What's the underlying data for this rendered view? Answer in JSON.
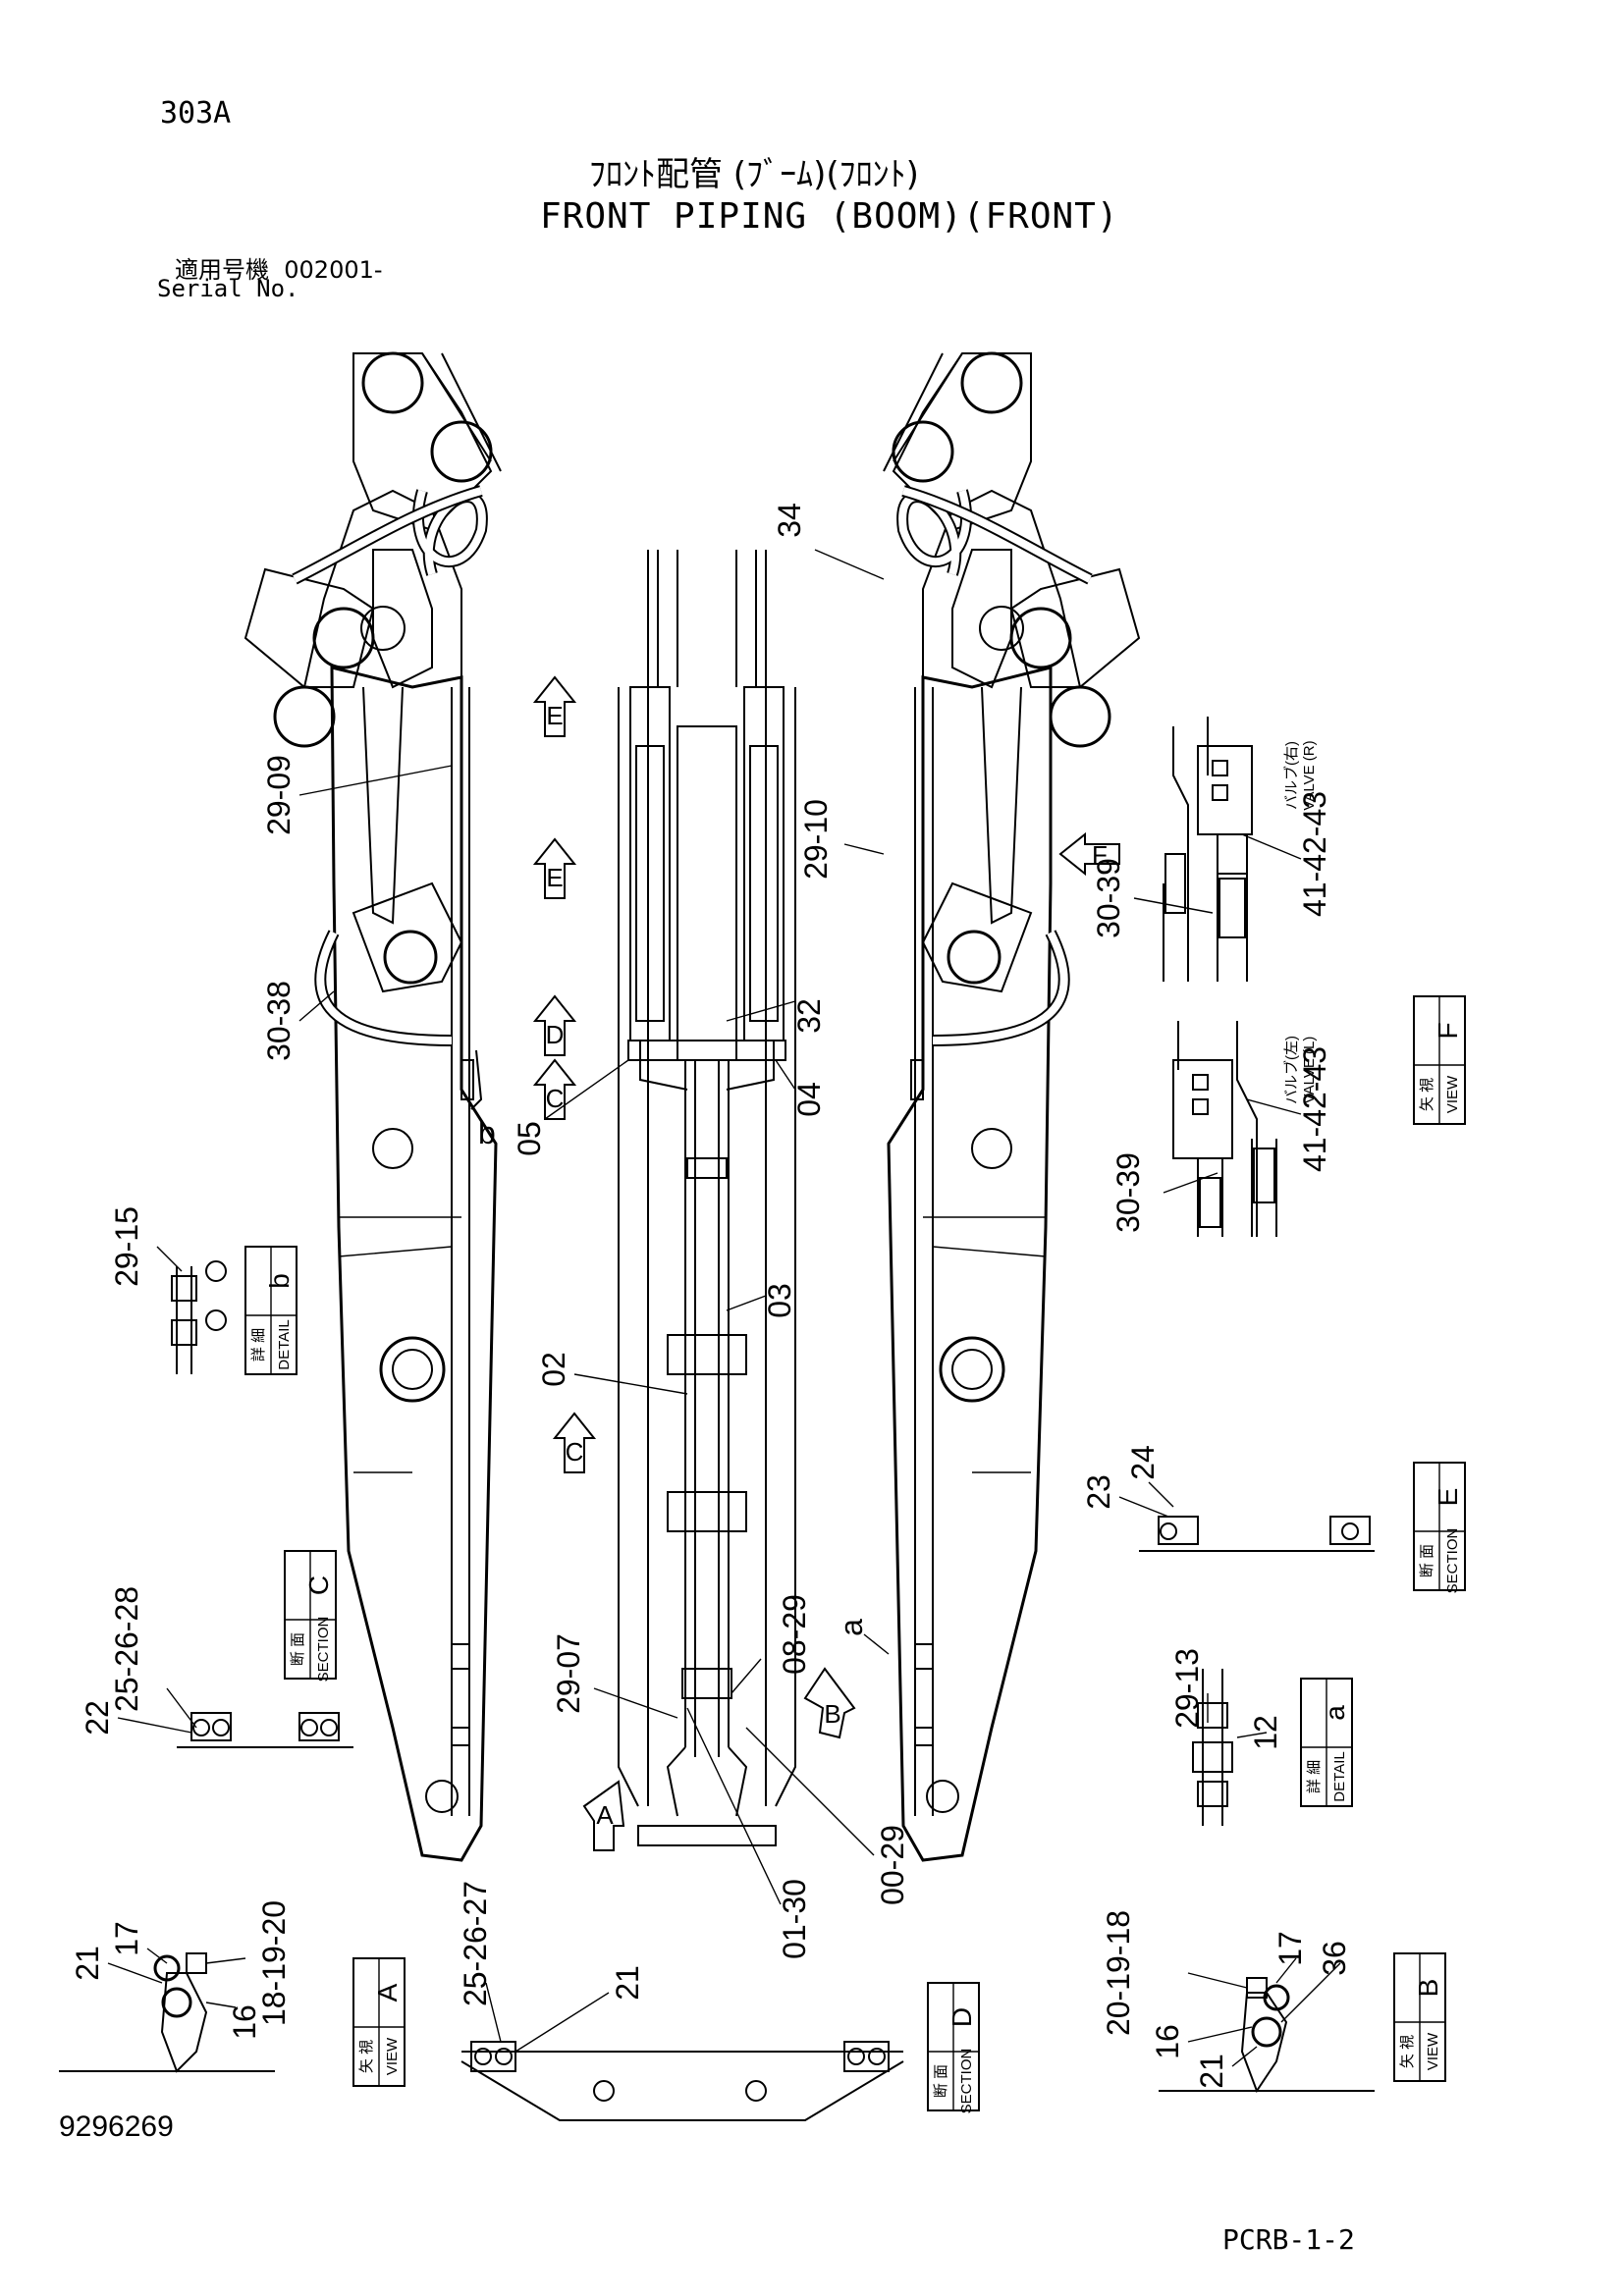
{
  "header": {
    "page_id": "303A",
    "title_jp": "ﾌﾛﾝﾄ配管 (ﾌﾞｰﾑ)(ﾌﾛﾝﾄ)",
    "title_en": "FRONT PIPING (BOOM)(FRONT)",
    "serial_label_jp": "適用号機",
    "serial_value": "002001-",
    "serial_label_en": "Serial No."
  },
  "footer": {
    "drawing_no": "9296269",
    "sheet_code": "PCRB-1-2"
  },
  "callouts": {
    "c_29_09": "29-09",
    "c_30_38": "30-38",
    "c_b": "b",
    "c_29_10": "29-10",
    "c_34": "34",
    "c_30_39_top": "30-39",
    "c_41_42_43_top": "41-42-43",
    "c_32": "32",
    "c_04": "04",
    "c_05": "05",
    "c_03": "03",
    "c_02": "02",
    "c_29_15": "29-15",
    "c_30_39_bot": "30-39",
    "c_41_42_43_bot": "41-42-43",
    "c_23": "23",
    "c_24": "24",
    "c_25_26_28": "25-26-28",
    "c_22": "22",
    "c_29_07": "29-07",
    "c_08_29": "08-29",
    "c_a": "a",
    "c_29_13": "29-13",
    "c_12": "12",
    "c_00_29": "00-29",
    "c_01_30": "01-30",
    "c_21_a": "21",
    "c_17_a": "17",
    "c_18_19_20_a": "18-19-20",
    "c_16_a": "16",
    "c_25_26_27": "25-26-27",
    "c_21_d": "21",
    "c_20_19_18_b": "20-19-18",
    "c_17_b": "17",
    "c_36": "36",
    "c_16_b": "16",
    "c_21_b": "21"
  },
  "direction_arrows": [
    "E",
    "E",
    "D",
    "C",
    "C",
    "F",
    "B",
    "A"
  ],
  "label_boxes": {
    "detail_b": {
      "jp": "詳 細",
      "en": "DETAIL",
      "letter": "b"
    },
    "detail_a": {
      "jp": "詳 細",
      "en": "DETAIL",
      "letter": "a"
    },
    "section_c": {
      "jp": "断 面",
      "en": "SECTION",
      "letter": "C"
    },
    "section_e": {
      "jp": "断 面",
      "en": "SECTION",
      "letter": "E"
    },
    "section_d": {
      "jp": "断 面",
      "en": "SECTION",
      "letter": "D"
    },
    "view_a": {
      "jp": "矢 視",
      "en": "VIEW",
      "letter": "A"
    },
    "view_b": {
      "jp": "矢 視",
      "en": "VIEW",
      "letter": "B"
    },
    "view_f": {
      "jp": "矢 視",
      "en": "VIEW",
      "letter": "F"
    }
  },
  "valve_labels": {
    "valve_r_jp": "バルブ(右)",
    "valve_r_en": "VALVE (R)",
    "valve_l_jp": "バルブ(左)",
    "valve_l_en": "VALVE (L)"
  }
}
